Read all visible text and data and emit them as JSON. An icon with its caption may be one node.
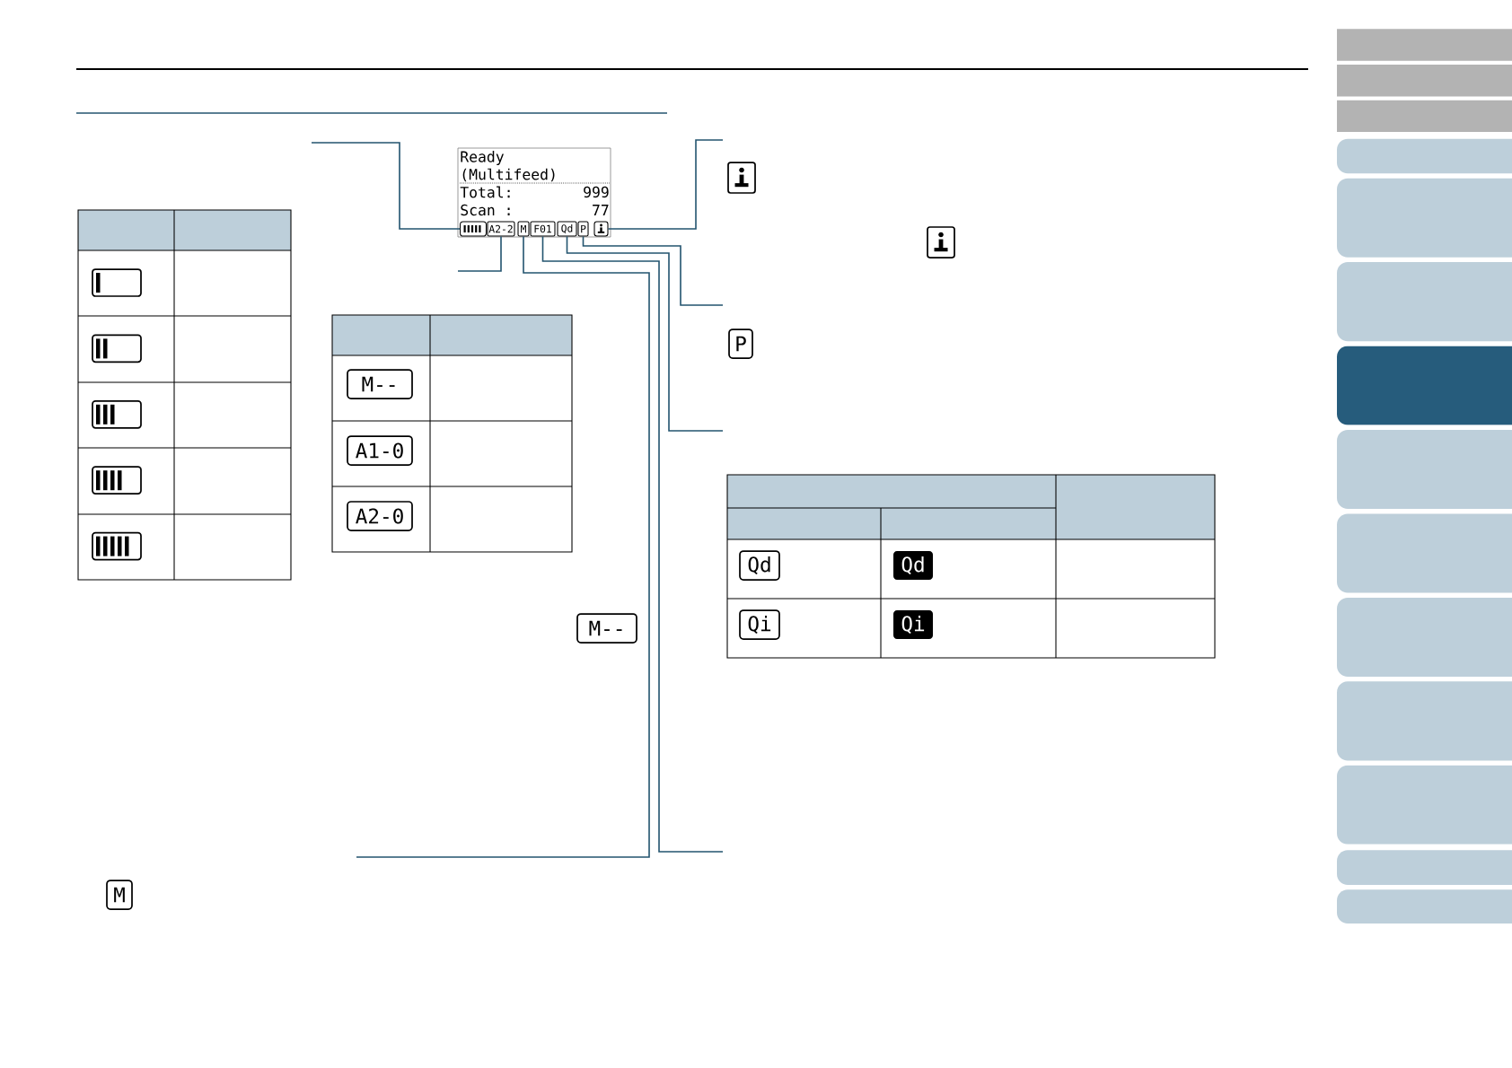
{
  "diagram": {
    "nodes": [
      {
        "text": [
          "Ready",
          "(Multifeed)",
          "Total:",
          "999",
          "Scan :",
          "77"
        ]
      },
      {
        "text": [],
        "shape": "battery",
        "in": 0
      },
      {
        "text": [
          "A2-2"
        ],
        "in": 0
      },
      {
        "text": [
          "M"
        ],
        "in": 0
      },
      {
        "text": [
          "F01"
        ],
        "in": 0
      },
      {
        "text": [
          "Qd"
        ],
        "in": 0
      },
      {
        "text": [
          "P"
        ],
        "in": 0
      },
      {
        "text": [],
        "shape": "box",
        "in": 0
      }
    ],
    "edges": [
      {
        "from": 1,
        "to": null,
        "arrow": "none"
      },
      {
        "from": 2,
        "to": null,
        "arrow": "none"
      },
      {
        "from": 3,
        "to": null,
        "arrow": "none"
      },
      {
        "from": 4,
        "to": null,
        "arrow": "none"
      },
      {
        "from": 5,
        "to": null,
        "arrow": "none"
      },
      {
        "from": 6,
        "to": null,
        "arrow": "none"
      },
      {
        "from": 7,
        "to": null,
        "arrow": "none"
      }
    ],
    "labels": [
      "M--",
      "A1-0",
      "A2-0",
      "M--",
      "M",
      "P",
      "Qd",
      "Qd",
      "Qi",
      "Qi"
    ]
  }
}
